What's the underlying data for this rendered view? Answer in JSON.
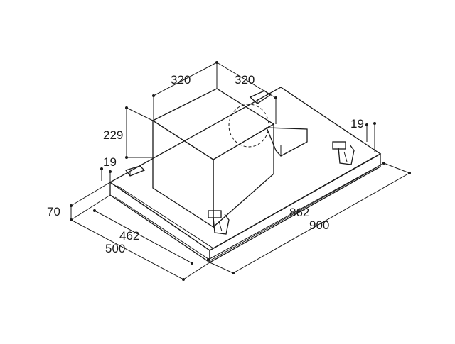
{
  "diagram": {
    "dimensions": {
      "top_left_width": "320",
      "top_right_depth": "320",
      "chimney_height": "229",
      "left_offset": "19",
      "right_offset": "19",
      "panel_height": "70",
      "inner_depth": "462",
      "outer_depth": "500",
      "inner_width": "862",
      "outer_width": "900"
    },
    "colors": {
      "line": "#1a1a1a",
      "background": "#ffffff"
    }
  }
}
